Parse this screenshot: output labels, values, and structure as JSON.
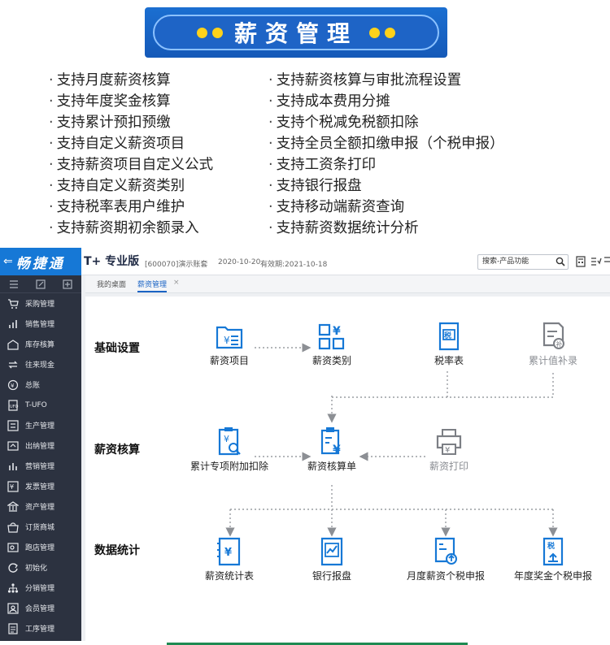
{
  "banner": {
    "title": "薪资管理"
  },
  "features": {
    "left": [
      "支持月度薪资核算",
      "支持年度奖金核算",
      "支持累计预扣预缴",
      "支持自定义薪资项目",
      "支持薪资项目自定义公式",
      "支持自定义薪资类别",
      "支持税率表用户维护",
      "支持薪资期初余额录入"
    ],
    "right": [
      "支持薪资核算与审批流程设置",
      "支持成本费用分摊",
      "支持个税减免税额扣除",
      "支持全员全额扣缴申报（个税申报）",
      "支持工资条打印",
      "支持银行报盘",
      "支持移动端薪资查询",
      "支持薪资数据统计分析"
    ]
  },
  "app": {
    "logo": "畅捷通",
    "product": "T+ 专业版",
    "account": "[600070]演示账套",
    "date": "2020-10-20",
    "valid": "有效期:2021-10-18",
    "search_placeholder": "搜索-产品功能",
    "tabs": [
      "我的桌面",
      "薪资管理"
    ],
    "tab_close": "×",
    "sidebar": [
      {
        "label": "采购管理",
        "icon": "cart-icon"
      },
      {
        "label": "销售管理",
        "icon": "chart-icon"
      },
      {
        "label": "库存核算",
        "icon": "warehouse-icon"
      },
      {
        "label": "往来现金",
        "icon": "exchange-icon"
      },
      {
        "label": "总账",
        "icon": "ledger-icon"
      },
      {
        "label": "T-UFO",
        "icon": "ufo-icon"
      },
      {
        "label": "生产管理",
        "icon": "production-icon"
      },
      {
        "label": "出纳管理",
        "icon": "cashier-icon"
      },
      {
        "label": "营销管理",
        "icon": "marketing-icon"
      },
      {
        "label": "发票管理",
        "icon": "invoice-icon"
      },
      {
        "label": "资产管理",
        "icon": "asset-icon"
      },
      {
        "label": "订货商城",
        "icon": "mall-icon"
      },
      {
        "label": "跑店管理",
        "icon": "store-icon"
      },
      {
        "label": "初始化",
        "icon": "init-icon"
      },
      {
        "label": "分销管理",
        "icon": "distribution-icon"
      },
      {
        "label": "会员管理",
        "icon": "member-icon"
      },
      {
        "label": "工序管理",
        "icon": "process-icon"
      }
    ],
    "sections": [
      "基础设置",
      "薪资核算",
      "数据统计"
    ],
    "nodes": {
      "salary_item": "薪资项目",
      "salary_category": "薪资类别",
      "tax_table": "税率表",
      "cumulative_entry": "累计值补录",
      "special_deduction": "累计专项附加扣除",
      "salary_sheet": "薪资核算单",
      "salary_print": "薪资打印",
      "salary_stats": "薪资统计表",
      "bank_offer": "银行报盘",
      "monthly_tax": "月度薪资个税申报",
      "annual_tax": "年度奖金个税申报"
    },
    "colors": {
      "accent": "#1678d6",
      "sidebar": "#2c3240",
      "muted": "#8a8d93"
    }
  }
}
